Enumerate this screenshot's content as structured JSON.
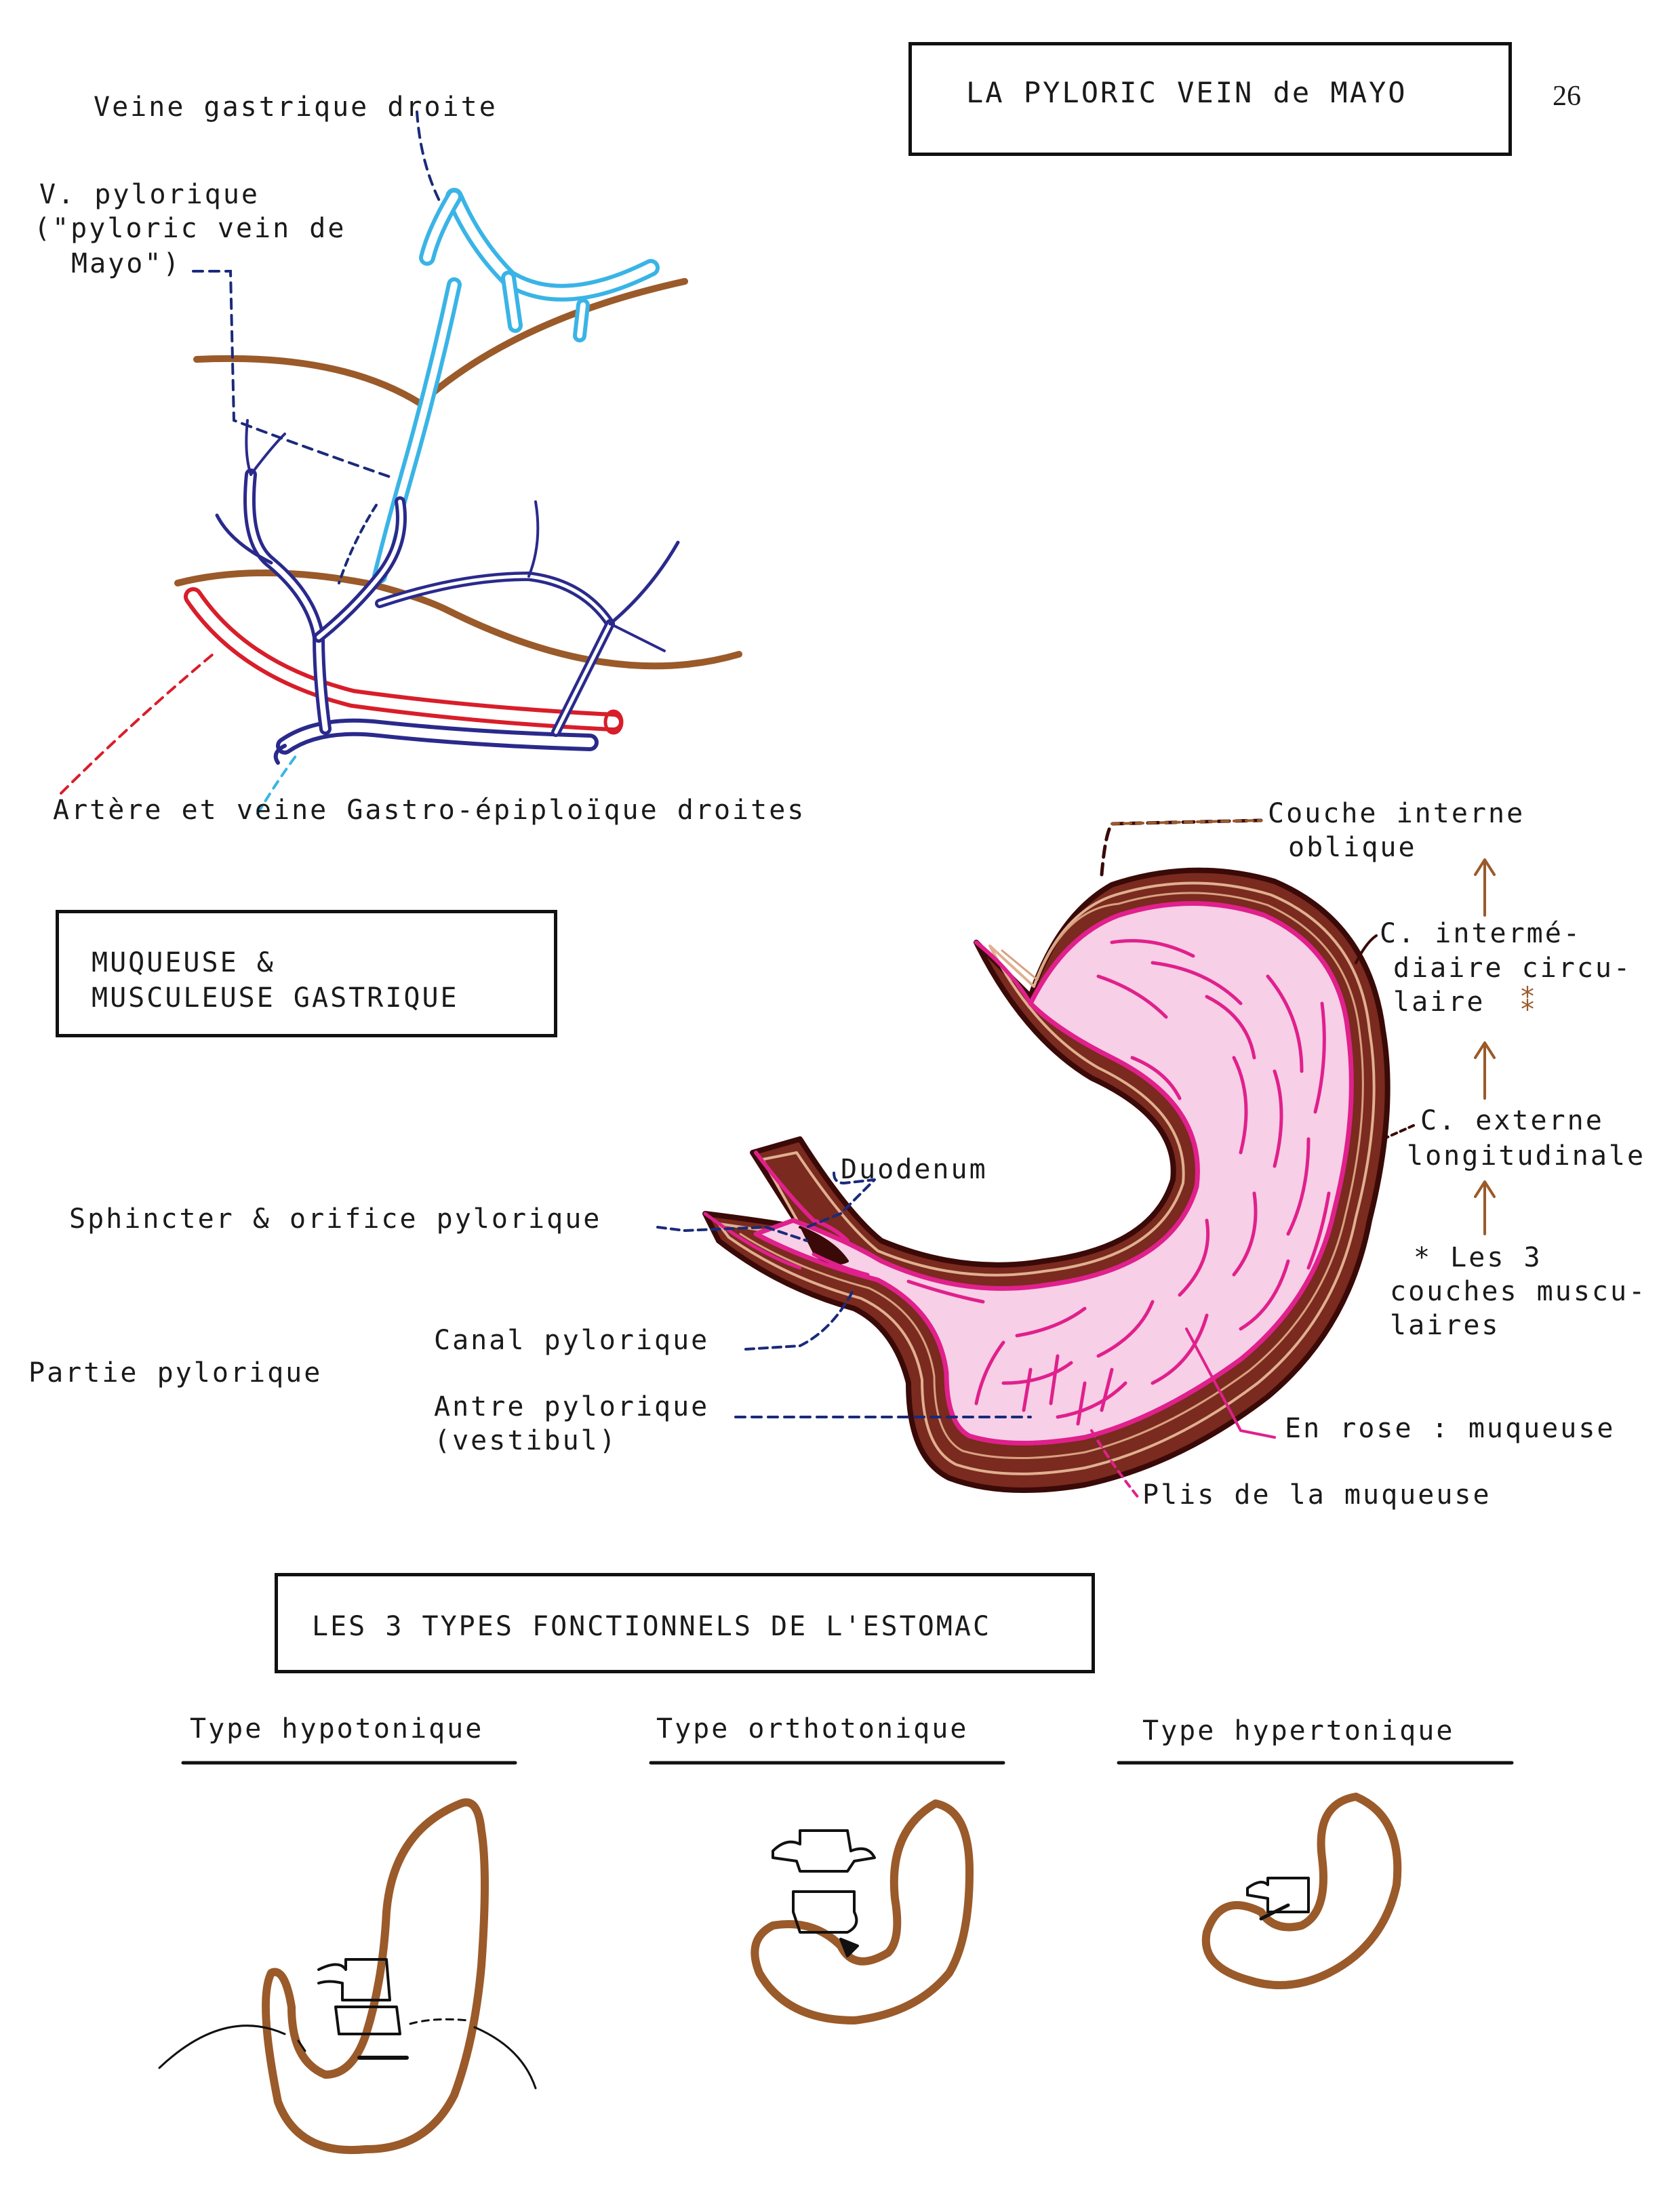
{
  "page_number": "26",
  "section1": {
    "title": "LA PYLORIC VEIN de MAYO",
    "labels": {
      "veine_gastrique_droite": "Veine gastrique droite",
      "v_pylorique_1": "V. pylorique",
      "v_pylorique_2": "(\"pyloric vein de",
      "v_pylorique_3": "Mayo\")",
      "artere_veine": "Artère et veine Gastro-épiploïque droites"
    }
  },
  "section2": {
    "title_1": "MUQUEUSE &",
    "title_2": "MUSCULEUSE GASTRIQUE",
    "labels": {
      "couche_interne_1": "Couche interne",
      "couche_interne_2": "oblique",
      "c_inter_1": "C. intermé-",
      "c_inter_2": "diaire circu-",
      "c_inter_3": "laire",
      "c_inter_mark": "⁑",
      "c_externe_1": "C. externe",
      "c_externe_2": "longitudinale",
      "les3_1": "* Les 3",
      "les3_2": "couches muscu-",
      "les3_3": "laires",
      "duodenum": "Duodenum",
      "sphincter": "Sphincter & orifice pylorique",
      "canal": "Canal pylorique",
      "partie": "Partie pylorique",
      "antre_1": "Antre pylorique",
      "antre_2": "(vestibul)",
      "en_rose": "En rose : muqueuse",
      "plis": "Plis de la muqueuse"
    }
  },
  "section3": {
    "title": "LES 3 TYPES FONCTIONNELS DE L'ESTOMAC",
    "types": [
      "Type hypotonique",
      "Type orthotonique",
      "Type hypertonique"
    ]
  },
  "colors": {
    "brown": "#9a5a2a",
    "light_blue": "#3ab4e6",
    "dark_blue": "#2a2a8c",
    "red": "#d81e2a",
    "magenta": "#e0208c",
    "dark_brown": "#4a1410",
    "navy_dash": "#1a2a7a"
  }
}
